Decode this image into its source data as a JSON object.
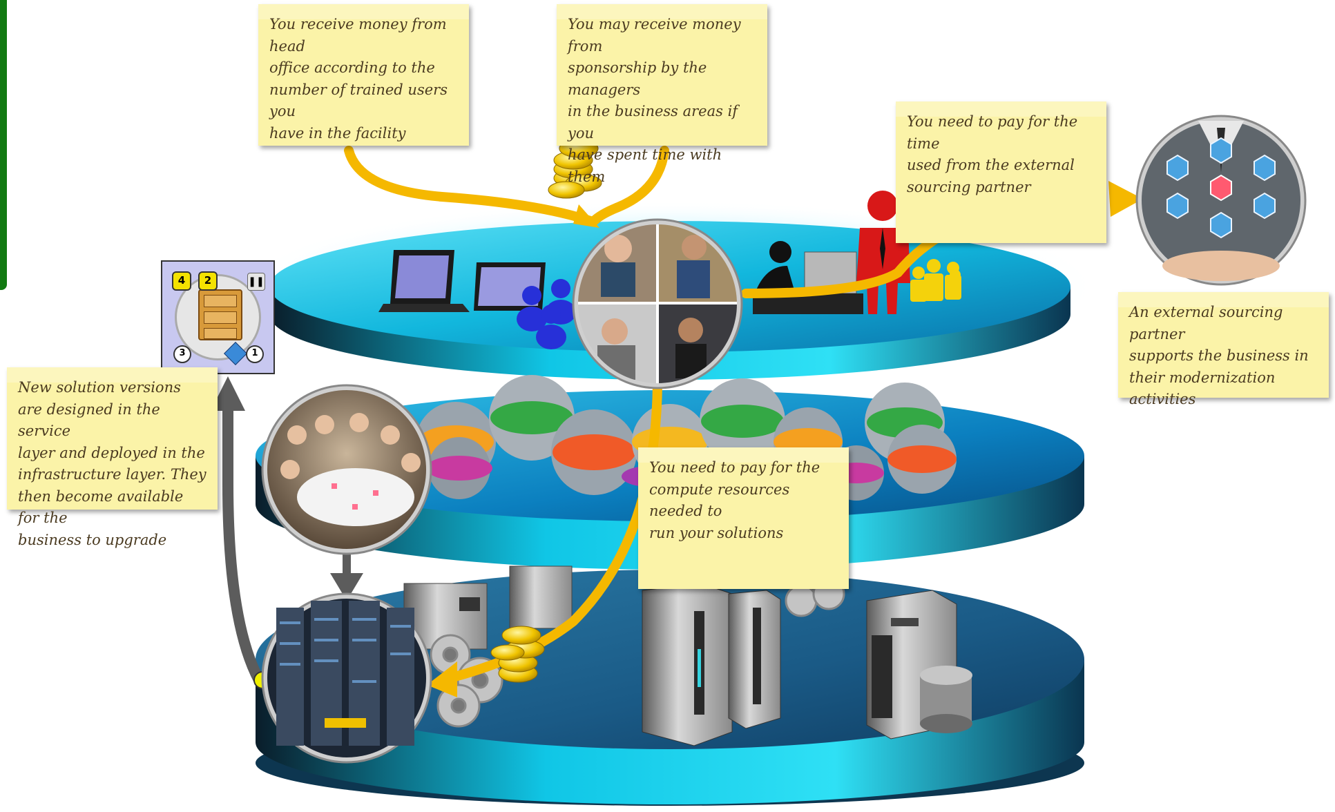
{
  "notes": {
    "head_office": "You receive money from head\noffice according to the\nnumber of trained users you\nhave in the facility",
    "sponsorship": "You may receive money from\nsponsorship by the managers\nin the business areas if you\nhave spent time with them",
    "external_time": "You need to pay for the time\nused from the external\nsourcing partner",
    "sourcing_partner": "An external sourcing partner\nsupports the business in\ntheir modernization activities",
    "solution_versions": "New solution versions\nare designed in the service\nlayer and deployed in the\ninfrastructure layer. They\nthen become available for the\nbusiness to upgrade",
    "compute": "You need to pay for the\ncompute resources needed to\nrun your solutions"
  },
  "tile": {
    "badges": [
      "4",
      "2",
      "3",
      "1"
    ],
    "pause_icon": "pause-icon",
    "cabinet_icon": "filing-cabinet-icon"
  },
  "icons": [
    "laptop-icon",
    "users-icon",
    "coin-stack-icon",
    "gear-icon",
    "server-rack-icon",
    "tower-server-icon",
    "database-icon",
    "worker-icon",
    "manager-icon",
    "team-icon"
  ],
  "colors": {
    "layer_top": "#15c8e6",
    "layer_mid": "#0b86c4",
    "layer_bottom": "#1a5a86",
    "arrow_money": "#f5b800",
    "arrow_deploy": "#5a5a5a",
    "note_bg": "#fbf3a8",
    "sidebar_green": "#127a12"
  }
}
